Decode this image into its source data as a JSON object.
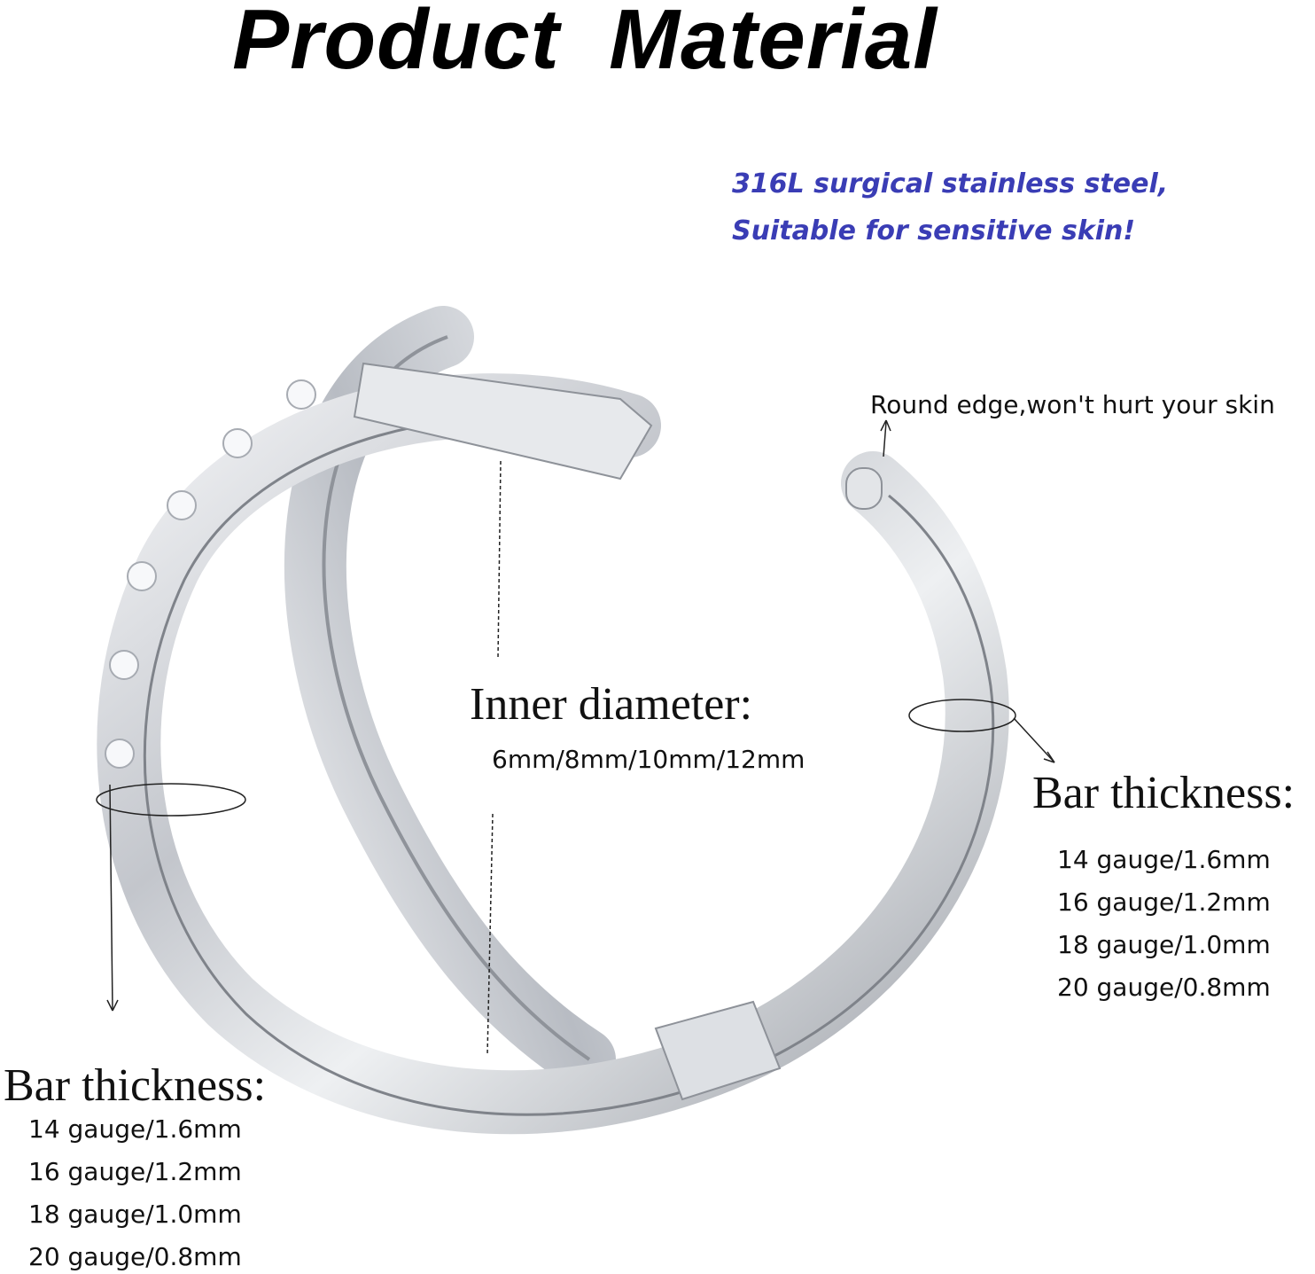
{
  "title": "Product  Material",
  "material": {
    "line1": "316L surgical  stainless steel,",
    "line2": "Suitable for sensitive skin!"
  },
  "round_edge": "Round edge,won't hurt your skin",
  "inner_diameter": {
    "label": "Inner diameter:",
    "values": "6mm/8mm/10mm/12mm"
  },
  "bar_right": {
    "label": "Bar thickness:",
    "items": [
      "14 gauge/1.6mm",
      "16 gauge/1.2mm",
      "18 gauge/1.0mm",
      "20 gauge/0.8mm"
    ]
  },
  "bar_left": {
    "label": "Bar thickness:",
    "items": [
      "14 gauge/1.6mm",
      "16 gauge/1.2mm",
      "18 gauge/1.0mm",
      "20 gauge/0.8mm"
    ]
  },
  "colors": {
    "accent_text": "#3a3db5",
    "metal": "#c9ccd2"
  }
}
